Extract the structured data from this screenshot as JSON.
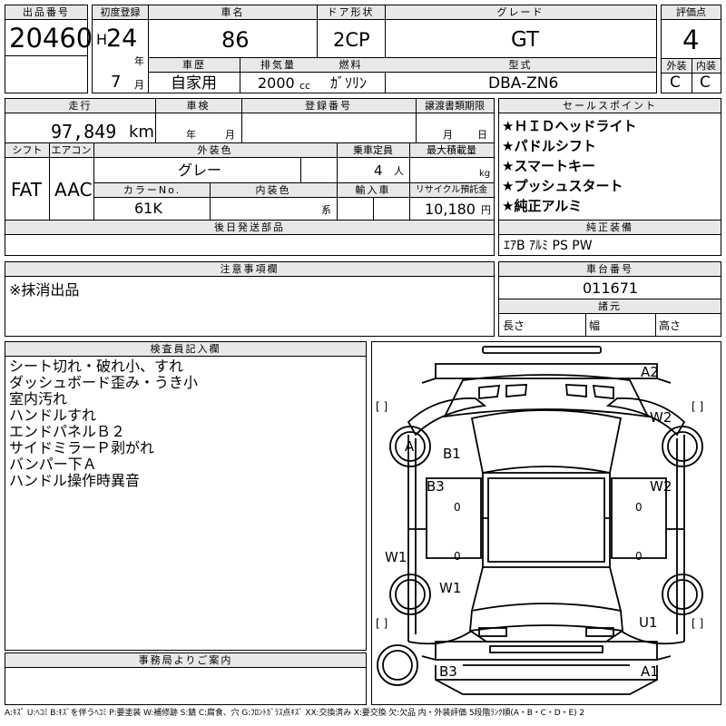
{
  "header": {
    "lot_no_label": "出品番号",
    "lot_no": "20460",
    "reg_label": "初度登録",
    "era": "H",
    "year": "24",
    "year_unit": "年",
    "month": "7",
    "month_unit": "月",
    "name_label": "車名",
    "name": "86",
    "door_label": "ドア形状",
    "door": "2CP",
    "grade_label": "グレード",
    "grade": "GT",
    "score_label": "評価点",
    "score": "4",
    "history_label": "車歴",
    "history": "自家用",
    "disp_label": "排気量",
    "disp": "2000",
    "disp_unit": "cc",
    "fuel_label": "燃料",
    "fuel": "ｶﾞｿﾘﾝ",
    "model_label": "型式",
    "model": "DBA-ZN6",
    "ext_label": "外装",
    "ext": "C",
    "int_label": "内装",
    "int": "C"
  },
  "row2": {
    "mileage_label": "走行",
    "mileage": "97,849",
    "mileage_unit": "km",
    "inspection_label": "車検",
    "insp_year": "年",
    "insp_month": "月",
    "plate_label": "登録番号",
    "transfer_label": "譲渡書類期限",
    "transfer_month": "月",
    "transfer_day": "日",
    "selling_label": "セールスポイント",
    "selling_points": [
      "★ＨＩＤヘッドライト",
      "★パドルシフト",
      "★スマートキー",
      "★プッシュスタート",
      "★純正アルミ"
    ]
  },
  "row3": {
    "shift_label": "シフト",
    "shift": "FAT",
    "ac_label": "エアコン",
    "ac": "AAC",
    "color_label": "外装色",
    "color": "グレー",
    "seats_label": "乗車定員",
    "seats": "4",
    "seats_unit": "人",
    "load_label": "最大積載量",
    "load_unit": "kg",
    "color_no_label": "カラーNo.",
    "color_no": "61K",
    "int_color_label": "内装色",
    "int_color_unit": "系",
    "import_label": "輸入車",
    "recycle_label": "リサイクル預託金",
    "recycle": "10,180",
    "recycle_unit": "円"
  },
  "later_parts_label": "後日発送部品",
  "options_label": "純正装備",
  "options": "ｴｱB ｱﾙﾐ PS PW",
  "notes_label": "注意事項欄",
  "notes": "※抹消出品",
  "chassis_label": "車台番号",
  "chassis": "011671",
  "specs_label": "諸元",
  "length_label": "長さ",
  "width_label": "幅",
  "height_label": "高さ",
  "inspector_label": "検査員記入欄",
  "inspector_lines": [
    "シート切れ・破れ小、すれ",
    "ダッシュボード歪み・うき小",
    "室内汚れ",
    "ハンドルすれ",
    "エンドパネルＢ２",
    "サイドミラーＰ剥がれ",
    "バンパー下Ａ",
    "ハンドル操作時異音"
  ],
  "office_label": "事務局よりご案内",
  "footer": "A:ｷｽﾞ U:ﾍｺﾐ B:ｷｽﾞを伴うﾍｺﾐ P:要塗装 W:補修跡 S:錆 C:腐食、穴 G:ﾌﾛﾝﾄｶﾞﾗｽ点ｷｽﾞ XX:交換済み X:要交換 欠:欠品 内・外装評価 5段階ﾗﾝｸ順(A・B・C・D・E) 2",
  "diagram": {
    "marks": {
      "a2": "A2",
      "w2_top": "W2",
      "a": "A",
      "b1": "B1",
      "b3_left": "B3",
      "w2_right": "W2",
      "w1_left": "W1",
      "w1_inner": "W1",
      "u1": "U1",
      "b3_bottom": "B3",
      "a1": "A1"
    },
    "brackets": {
      "left": "[    ]",
      "right": "[    ]",
      "bottom_left": "[    ]",
      "bottom_right": "[    ]"
    },
    "zeros": {
      "z1": "0",
      "z2": "0",
      "z3": "0",
      "z4": "0"
    }
  }
}
